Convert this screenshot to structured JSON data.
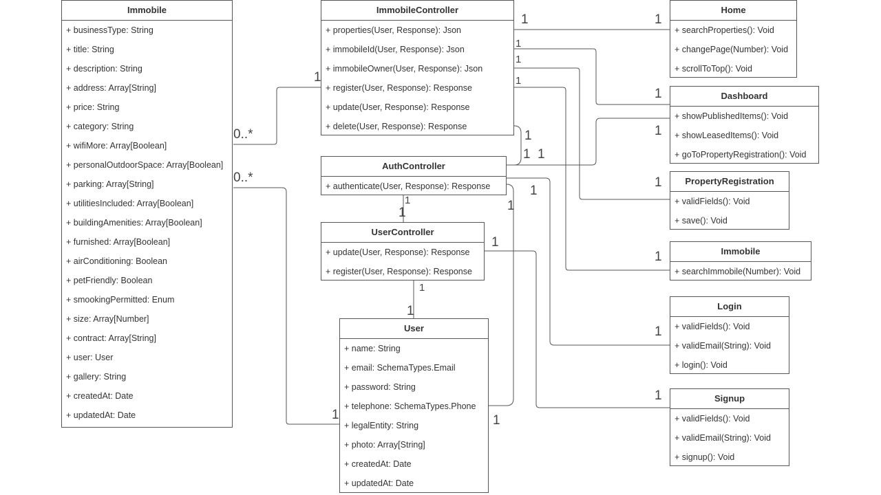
{
  "classes": [
    {
      "id": "immobile-model",
      "name": "Immobile",
      "members": [
        "+ businessType: String",
        "+ title: String",
        "+ description: String",
        "+ address: Array[String]",
        "+ price: String",
        "+ category: String",
        "+ wifiMore: Array[Boolean]",
        "+ personalOutdoorSpace: Array[Boolean]",
        "+ parking: Array[String]",
        "+ utilitiesIncluded: Array[Boolean]",
        "+ buildingAmenities: Array[Boolean]",
        "+ furnished: Array[Boolean]",
        "+ airConditioning: Boolean",
        "+ petFriendly: Boolean",
        "+ smookingPermitted: Enum",
        "+ size: Array[Number]",
        "+ contract: Array[String]",
        "+ user: User",
        "+ gallery: String",
        "+ createdAt: Date",
        "+ updatedAt: Date"
      ]
    },
    {
      "id": "immobile-controller",
      "name": "ImmobileController",
      "members": [
        "+ properties(User, Response): Json",
        "+ immobileId(User, Response): Json",
        "+ immobileOwner(User, Response): Json",
        "+ register(User, Response): Response",
        "+ update(User, Response): Response",
        "+ delete(User, Response): Response"
      ]
    },
    {
      "id": "auth-controller",
      "name": "AuthController",
      "members": [
        "+ authenticate(User, Response): Response"
      ]
    },
    {
      "id": "user-controller",
      "name": "UserController",
      "members": [
        "+ update(User, Response): Response",
        "+ register(User, Response): Response"
      ]
    },
    {
      "id": "user-model",
      "name": "User",
      "members": [
        "+ name: String",
        "+ email: SchemaTypes.Email",
        "+ password: String",
        "+ telephone: SchemaTypes.Phone",
        "+ legalEntity: String",
        "+ photo: Array[String]",
        "+ createdAt: Date",
        "+ updatedAt: Date"
      ]
    },
    {
      "id": "home-view",
      "name": "Home",
      "members": [
        "+ searchProperties(): Void",
        "+ changePage(Number): Void",
        "+ scrollToTop(): Void"
      ]
    },
    {
      "id": "dashboard-view",
      "name": "Dashboard",
      "members": [
        "+ showPublishedItems(): Void",
        "+ showLeasedItems(): Void",
        "+ goToPropertyRegistration(): Void"
      ]
    },
    {
      "id": "property-registration-view",
      "name": "PropertyRegistration",
      "members": [
        "+ validFields(): Void",
        "+ save(): Void"
      ]
    },
    {
      "id": "immobile-view",
      "name": "Immobile",
      "members": [
        "+ searchImmobile(Number): Void"
      ]
    },
    {
      "id": "login-view",
      "name": "Login",
      "members": [
        "+ validFields(): Void",
        "+ validEmail(String): Void",
        "+ login(): Void"
      ]
    },
    {
      "id": "signup-view",
      "name": "Signup",
      "members": [
        "+ validFields(): Void",
        "+ validEmail(String): Void",
        "+ signup(): Void"
      ]
    }
  ],
  "multiplicities": [
    "1",
    "1",
    "1",
    "1",
    "1",
    "1",
    "1",
    "1",
    "1",
    "1",
    "1",
    "1",
    "1",
    "1",
    "1",
    "1",
    "1",
    "1",
    "1",
    "1",
    "1",
    "1",
    "1",
    "1",
    "0..*",
    "0..*"
  ]
}
